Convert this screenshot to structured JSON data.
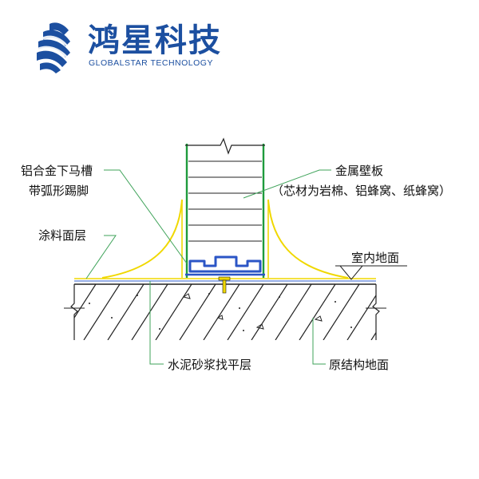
{
  "brand": {
    "name_cn": "鸿星科技",
    "name_en": "GLOBALSTAR TECHNOLOGY",
    "color": "#1c4fa0",
    "logo_icon": "wave-stripes-logo"
  },
  "labels": {
    "skirting_line1": "铝合金下马槽",
    "skirting_line2": "带弧形踢脚",
    "coating": "涂料面层",
    "panel_line1": "金属壁板",
    "panel_line2": "（芯材为岩棉、铝蜂窝、纸蜂窝）",
    "indoor_floor": "室内地面",
    "leveling_layer": "水泥砂浆找平层",
    "structural_floor": "原结构地面"
  },
  "colors": {
    "panel_green": "#1e9b3c",
    "arc_yellow": "#f0d800",
    "channel_blue": "#2b55c6",
    "leader_green": "#3fa35a",
    "floor_blue": "#5a7fd0",
    "line_black": "#222222"
  }
}
